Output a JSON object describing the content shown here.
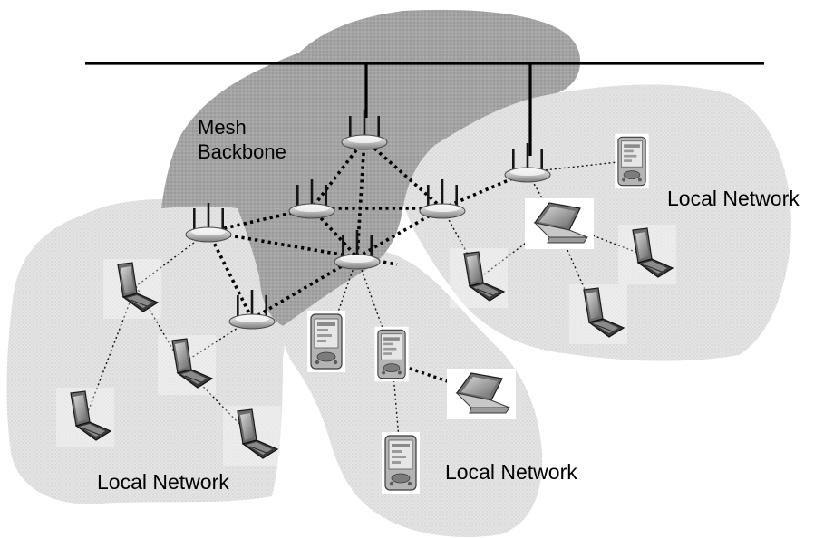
{
  "labels": {
    "mesh_line1": "Mesh",
    "mesh_line2": "Backbone",
    "local_network_right": "Local Network",
    "local_network_left": "Local Network",
    "local_network_bottom": "Local Network"
  },
  "colors": {
    "backbone_region": "#9c9c9c",
    "local_region": "#dedede",
    "links": "#000000"
  },
  "icons": {
    "router": "wireless-router-icon",
    "laptop": "laptop-icon",
    "pda": "pda-icon"
  }
}
